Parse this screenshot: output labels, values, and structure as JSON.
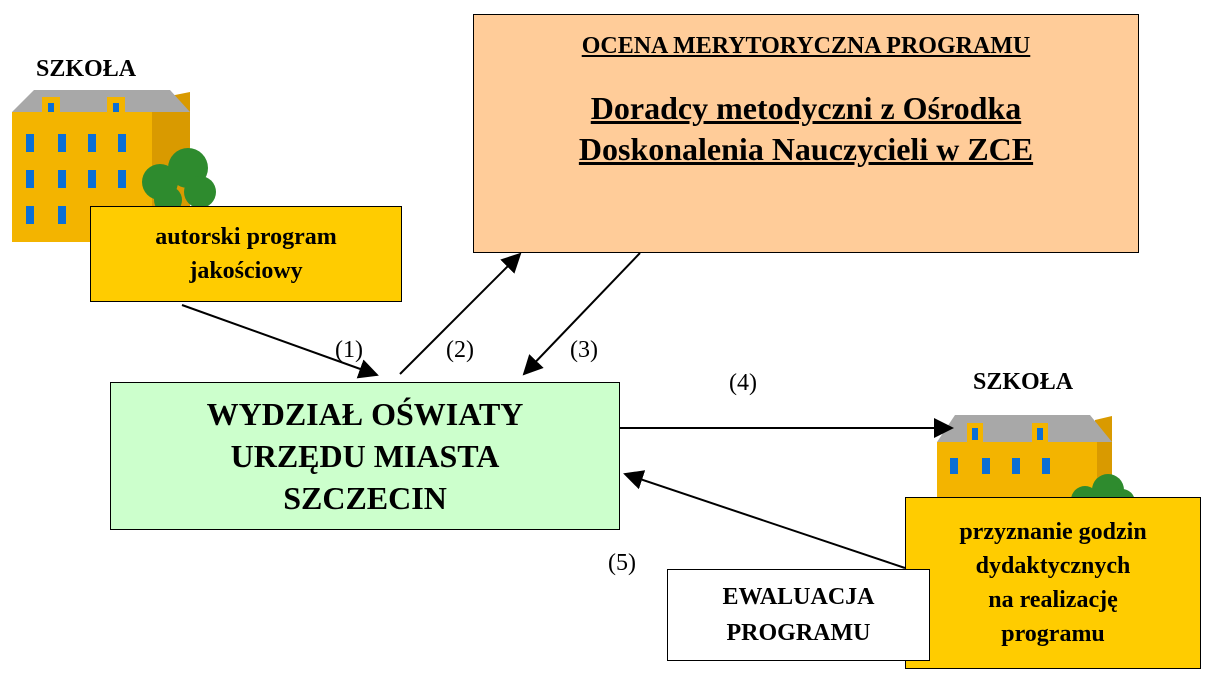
{
  "school_left": {
    "label": "SZKOŁA"
  },
  "school_right": {
    "label": "SZKOŁA"
  },
  "program_box": {
    "line1": "autorski program",
    "line2": "jakościowy"
  },
  "evaluation_panel": {
    "title": "OCENA MERYTORYCZNA PROGRAMU",
    "line1": "Doradcy metodyczni z Ośrodka",
    "line2": "Doskonalenia Nauczycieli w ZCE"
  },
  "department_box": {
    "line1": "WYDZIAŁ OŚWIATY",
    "line2": "URZĘDU MIASTA",
    "line3": "SZCZECIN"
  },
  "hours_box": {
    "line1": "przyznanie godzin",
    "line2": "dydaktycznych",
    "line3": "na realizację",
    "line4": "programu"
  },
  "ewaluacja_box": {
    "line1": "EWALUACJA",
    "line2": "PROGRAMU"
  },
  "steps": {
    "s1": "(1)",
    "s2": "(2)",
    "s3": "(3)",
    "s4": "(4)",
    "s5": "(5)"
  },
  "colors": {
    "orange_panel": "#ffcc99",
    "yellow_box": "#ffcc00",
    "green_box": "#ccffcc",
    "building": "#f3b400",
    "roof": "#a8a8a8",
    "windows": "#0a6fd6",
    "bush": "#2e8b2e"
  }
}
